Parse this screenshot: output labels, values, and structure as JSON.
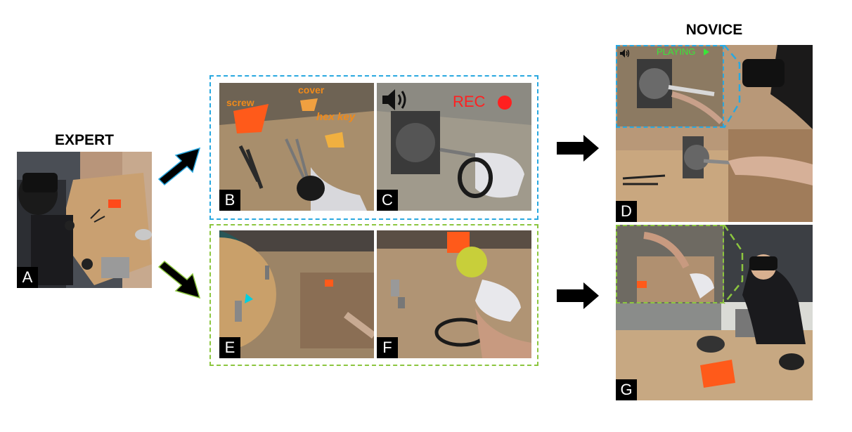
{
  "headings": {
    "expert": "EXPERT",
    "novice": "NOVICE"
  },
  "panels": {
    "a": {
      "label": "A"
    },
    "b": {
      "label": "B",
      "annotations": {
        "screw": "screw",
        "cover": "cover",
        "hex_key": "hex key"
      }
    },
    "c": {
      "label": "C",
      "rec": "REC"
    },
    "d": {
      "label": "D",
      "playing": "PLAYING"
    },
    "e": {
      "label": "E"
    },
    "f": {
      "label": "F"
    },
    "g": {
      "label": "G"
    }
  },
  "colors": {
    "blue_frame": "#29a8e0",
    "green_frame": "#8cc63f",
    "arrow_fill": "#000000",
    "rec_red": "#ff2020",
    "playing_green": "#39e639",
    "annotation_orange": "#f08a1a"
  },
  "icons": [
    "speaker-icon",
    "record-dot-icon",
    "play-triangle-icon",
    "arrow-icon"
  ]
}
